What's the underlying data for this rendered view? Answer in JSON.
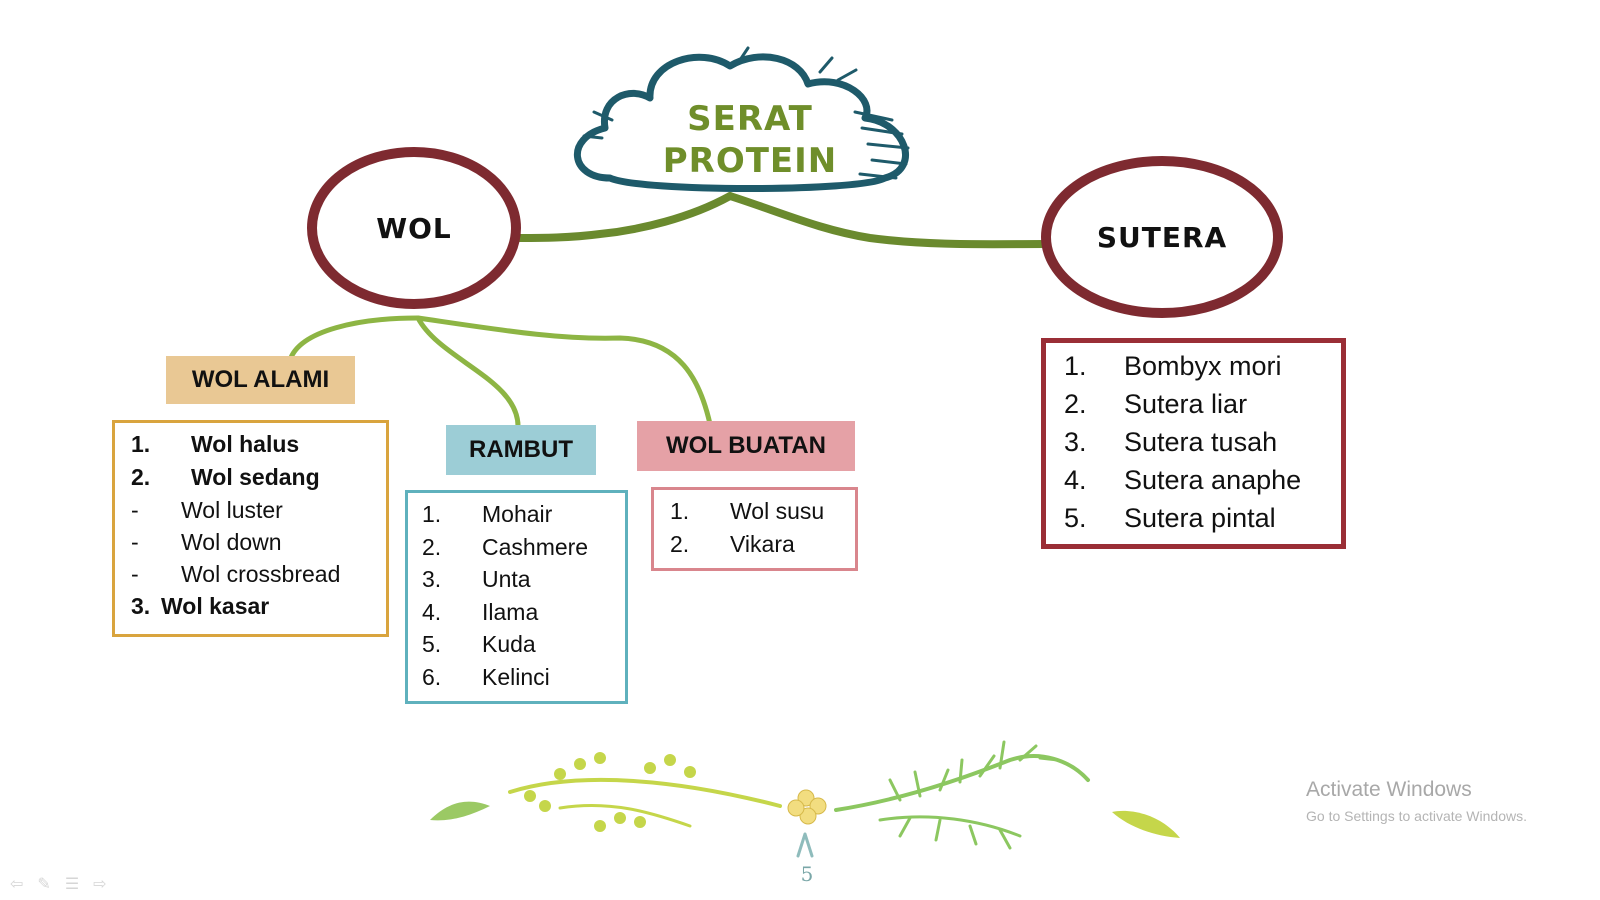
{
  "title": {
    "line1": "SERAT",
    "line2": "PROTEIN"
  },
  "nodes": {
    "wol": "WOL",
    "sutera": "SUTERA"
  },
  "categories": {
    "wol_alami": {
      "label": "WOL ALAMI",
      "items": [
        {
          "num": "1.",
          "text": "Wol halus",
          "bold": true
        },
        {
          "num": "2.",
          "text": "Wol sedang",
          "bold": true
        },
        {
          "num": "-",
          "text": "Wol luster",
          "bold": false
        },
        {
          "num": "-",
          "text": "Wol down",
          "bold": false
        },
        {
          "num": "-",
          "text": "Wol crossbread",
          "bold": false
        },
        {
          "num": "3.",
          "text": "Wol kasar",
          "bold": true
        }
      ]
    },
    "rambut": {
      "label": "RAMBUT",
      "items": [
        {
          "num": "1.",
          "text": "Mohair"
        },
        {
          "num": "2.",
          "text": "Cashmere"
        },
        {
          "num": "3.",
          "text": "Unta"
        },
        {
          "num": "4.",
          "text": "Ilama"
        },
        {
          "num": "5.",
          "text": "Kuda"
        },
        {
          "num": "6.",
          "text": "Kelinci"
        }
      ]
    },
    "wol_buatan": {
      "label": "WOL BUATAN",
      "items": [
        {
          "num": "1.",
          "text": "Wol susu"
        },
        {
          "num": "2.",
          "text": "Vikara"
        }
      ]
    },
    "sutera": {
      "items": [
        {
          "num": "1.",
          "text": "Bombyx mori"
        },
        {
          "num": "2.",
          "text": "Sutera liar"
        },
        {
          "num": "3.",
          "text": "Sutera tusah"
        },
        {
          "num": "4.",
          "text": "Sutera anaphe"
        },
        {
          "num": "5.",
          "text": "Sutera pintal"
        }
      ]
    }
  },
  "watermark": {
    "title": "Activate Windows",
    "subtitle": "Go to Settings to activate Windows."
  },
  "page_number": "5",
  "colors": {
    "cloud": "#1e5a6a",
    "title_text": "#6f8e2a",
    "ellipse": "#7e2a30",
    "main_branch": "#6a8a2e",
    "sub_branch": "#8db544",
    "wol_alami_fill": "#e9c894",
    "wol_alami_border": "#d9a43e",
    "rambut_fill": "#9ccdd6",
    "rambut_border": "#5fb1bd",
    "wol_buatan_fill": "#e5a1a6",
    "wol_buatan_border": "#d9868d",
    "sutera_border": "#9a2e36"
  }
}
